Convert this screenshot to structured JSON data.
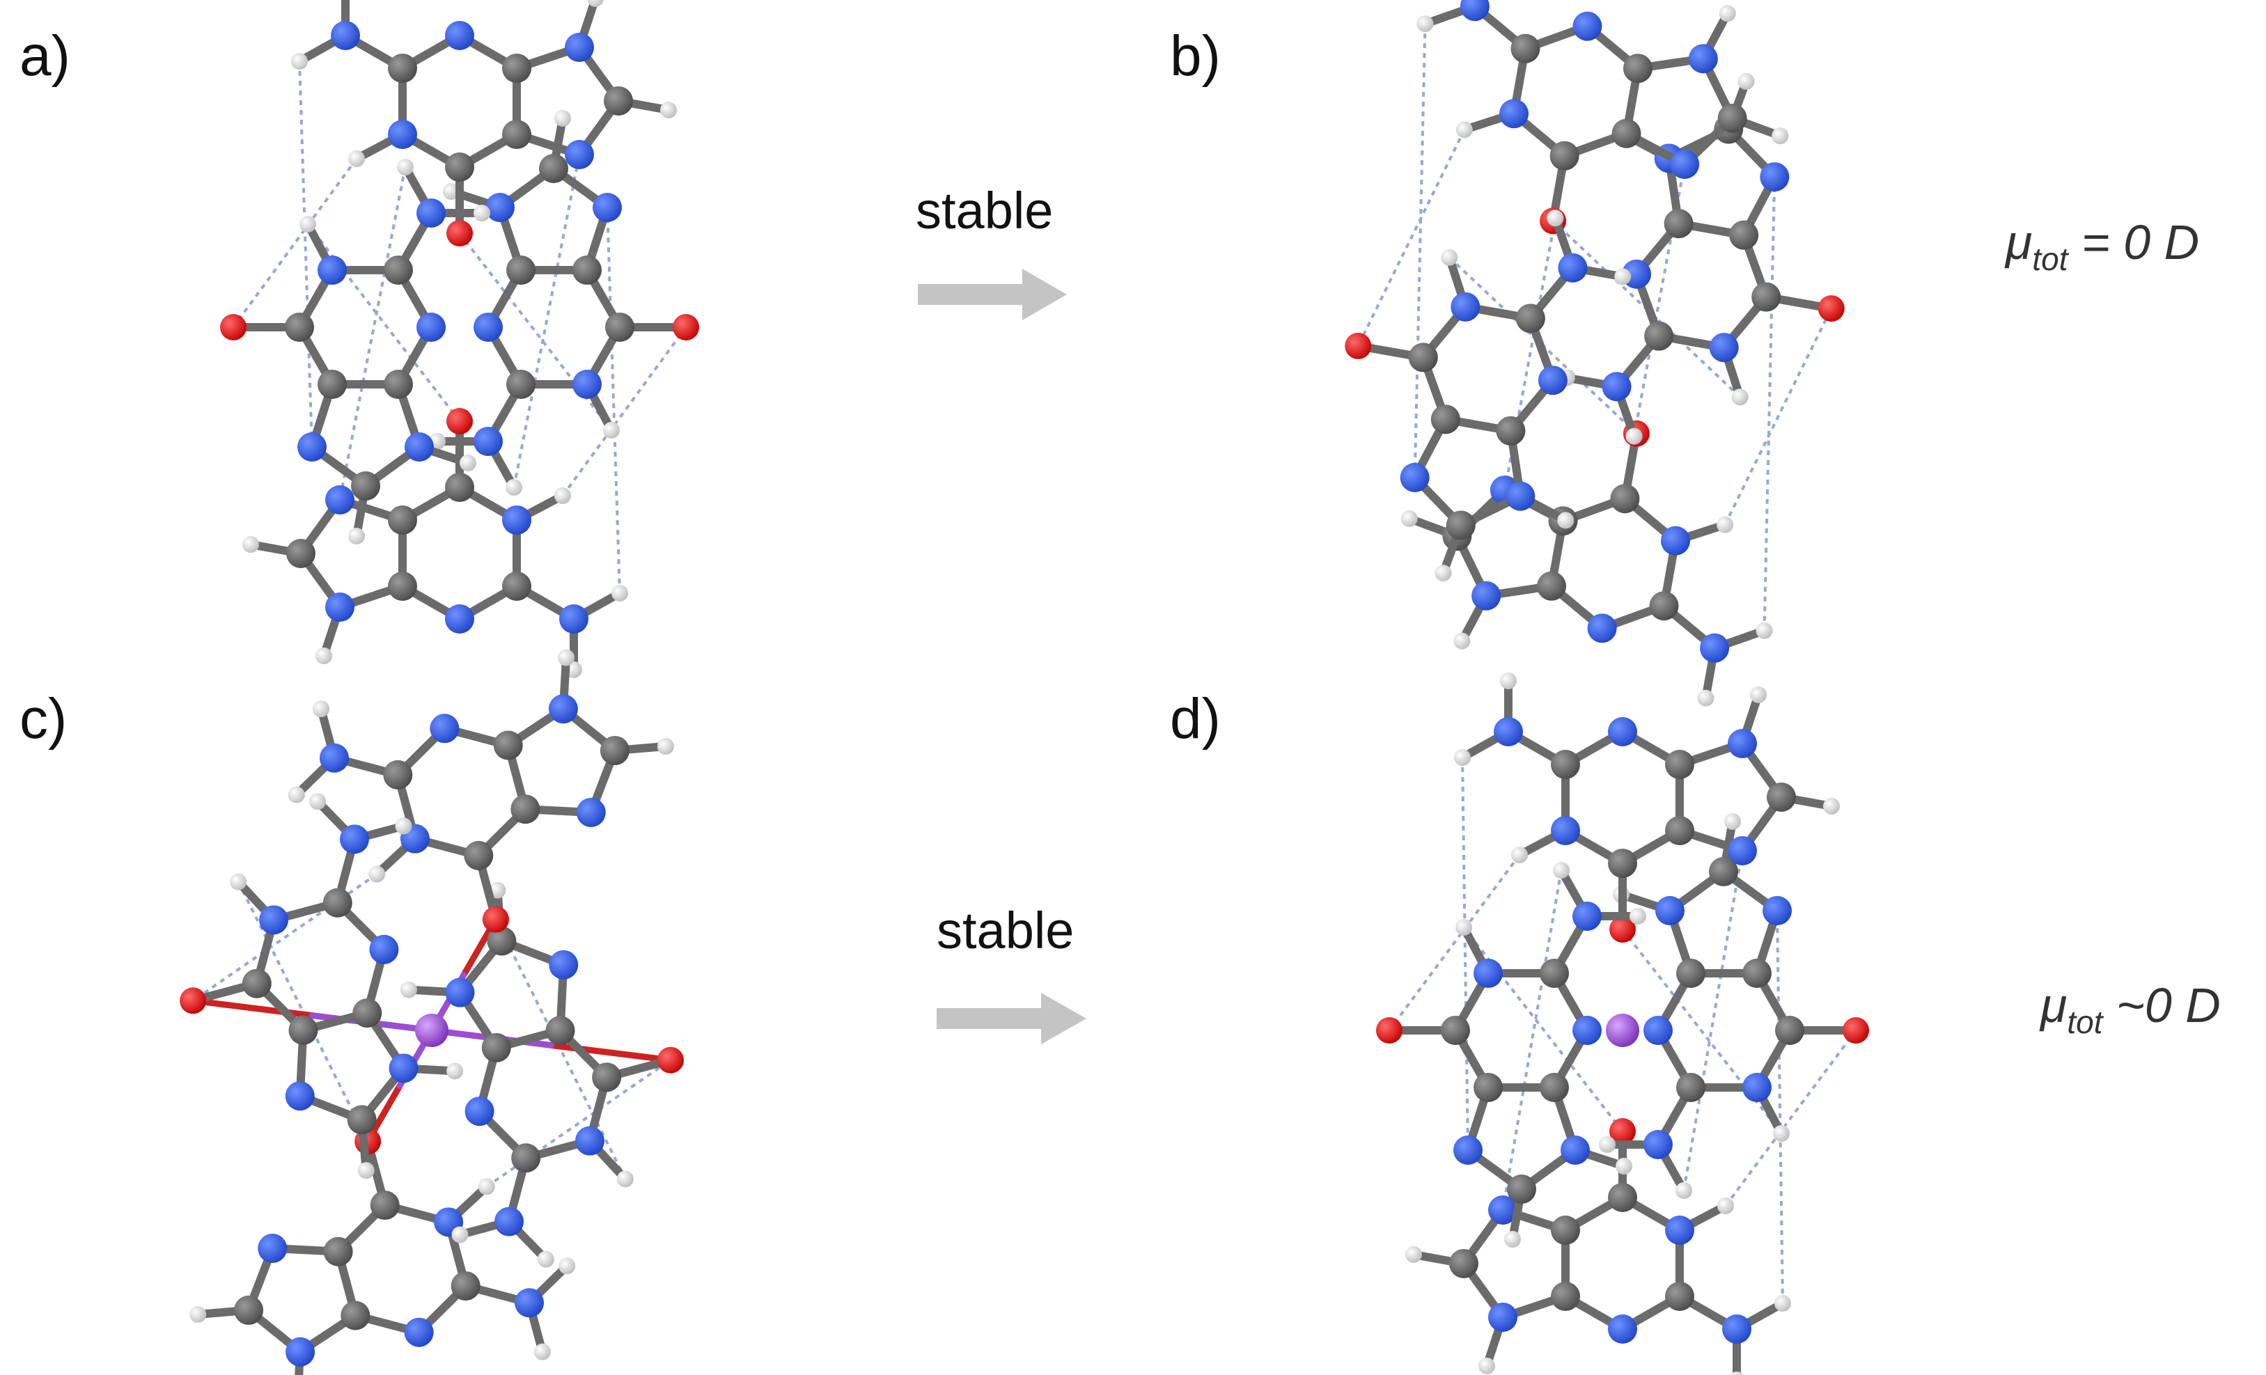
{
  "panels": [
    {
      "id": "a",
      "label": "a)",
      "ion": false,
      "dipole": null
    },
    {
      "id": "b",
      "label": "b)",
      "ion": false,
      "dipole": {
        "main": "μ",
        "sub": "tot",
        "rest": " = 0 D"
      }
    },
    {
      "id": "c",
      "label": "c)",
      "ion": true,
      "dipole": null
    },
    {
      "id": "d",
      "label": "d)",
      "ion": true,
      "dipole": {
        "main": "μ",
        "sub": "tot",
        "rest": " ~0 D"
      }
    }
  ],
  "arrows": [
    {
      "label": "stable"
    },
    {
      "label": "stable"
    }
  ],
  "colors": {
    "carbon": "#666666",
    "nitrogen": "#2f5ee8",
    "oxygen": "#ee1111",
    "hydrogen": "#f0f0f0",
    "metal_ion": "#9b4fd0",
    "arrow": "#c4c4c4",
    "hbond": "#9aa6d6"
  }
}
